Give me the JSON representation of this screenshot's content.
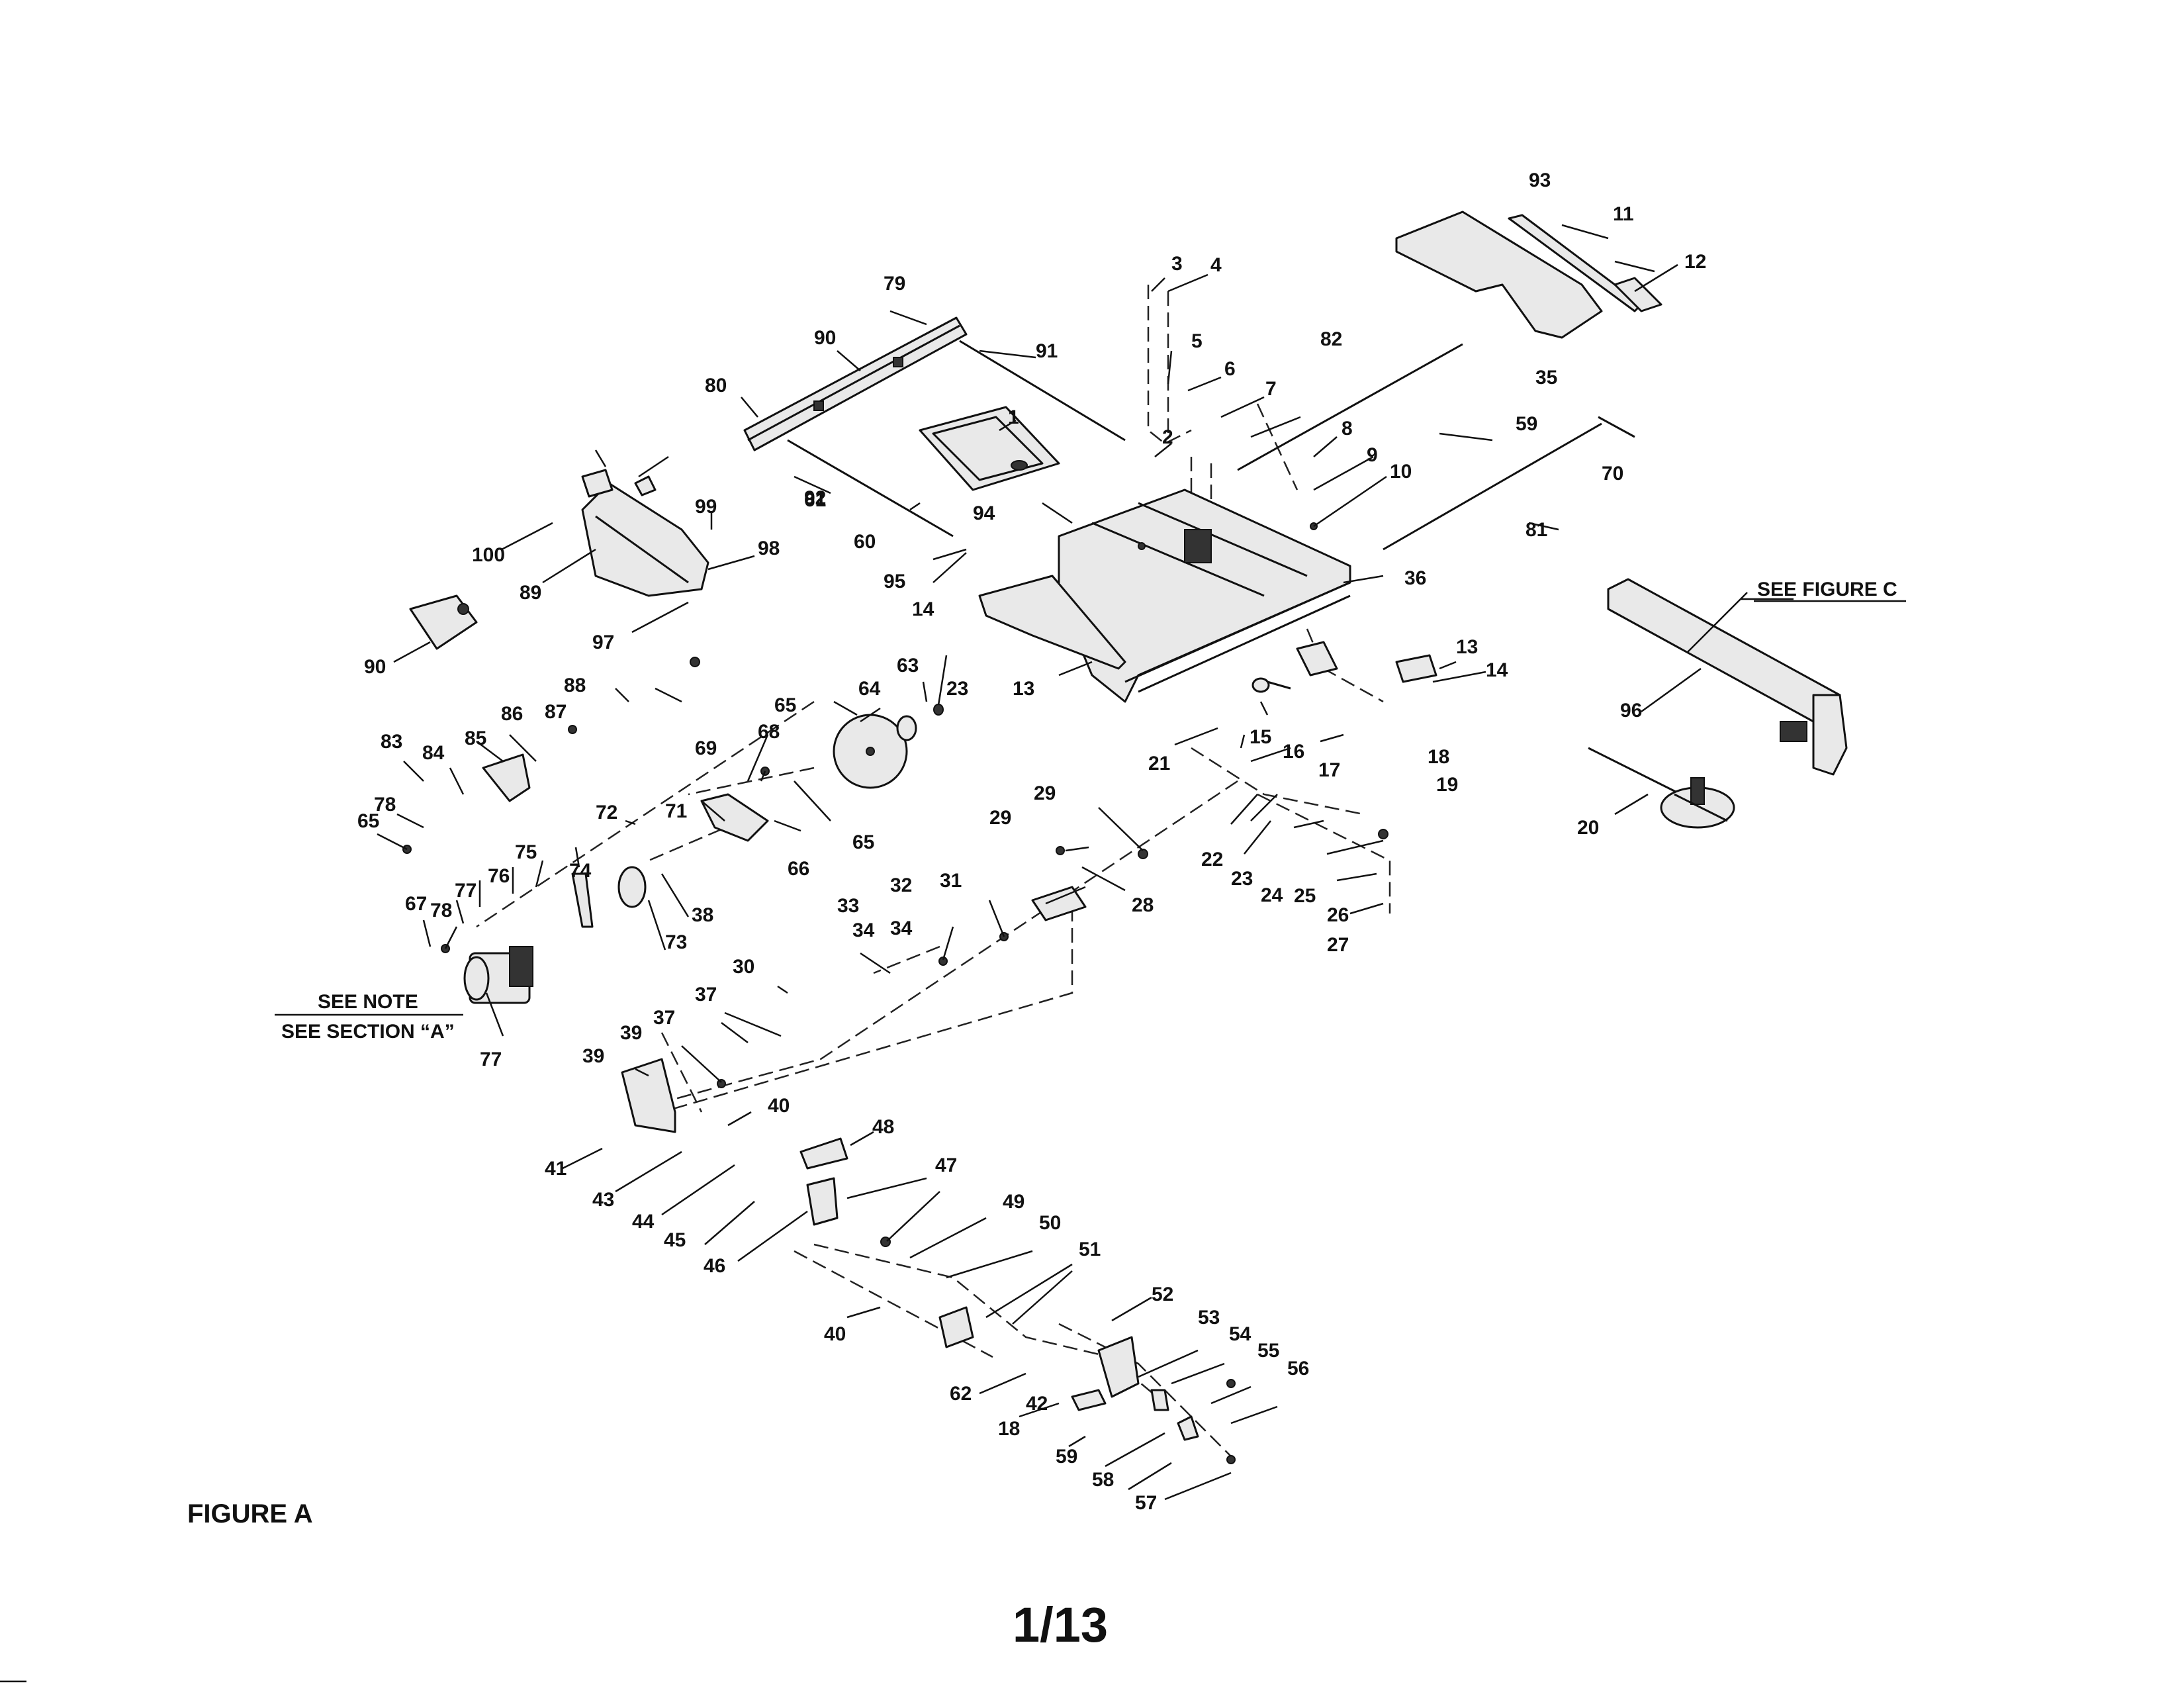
{
  "figure_label": "FIGURE A",
  "page_number": "1/13",
  "notes": {
    "see_figure_c": "SEE FIGURE C",
    "see_note": "SEE NOTE",
    "see_section_a": "SEE SECTION “A”"
  },
  "callouts": [
    "1",
    "2",
    "3",
    "4",
    "5",
    "6",
    "7",
    "8",
    "9",
    "10",
    "11",
    "12",
    "13",
    "13",
    "14",
    "14",
    "15",
    "16",
    "17",
    "18",
    "18",
    "19",
    "20",
    "21",
    "22",
    "23",
    "23",
    "24",
    "25",
    "26",
    "27",
    "28",
    "29",
    "29",
    "30",
    "31",
    "32",
    "33",
    "34",
    "34",
    "35",
    "36",
    "37",
    "37",
    "38",
    "39",
    "39",
    "40",
    "40",
    "41",
    "42",
    "43",
    "44",
    "45",
    "46",
    "47",
    "48",
    "49",
    "50",
    "51",
    "52",
    "53",
    "54",
    "55",
    "56",
    "57",
    "58",
    "59",
    "59",
    "60",
    "61",
    "62",
    "63",
    "64",
    "65",
    "65",
    "65",
    "66",
    "67",
    "68",
    "69",
    "70",
    "71",
    "72",
    "73",
    "74",
    "75",
    "76",
    "77",
    "77",
    "78",
    "78",
    "79",
    "80",
    "81",
    "82",
    "83",
    "84",
    "85",
    "86",
    "87",
    "88",
    "89",
    "90",
    "90",
    "91",
    "92",
    "93",
    "94",
    "95",
    "96",
    "97",
    "98",
    "99",
    "100"
  ]
}
